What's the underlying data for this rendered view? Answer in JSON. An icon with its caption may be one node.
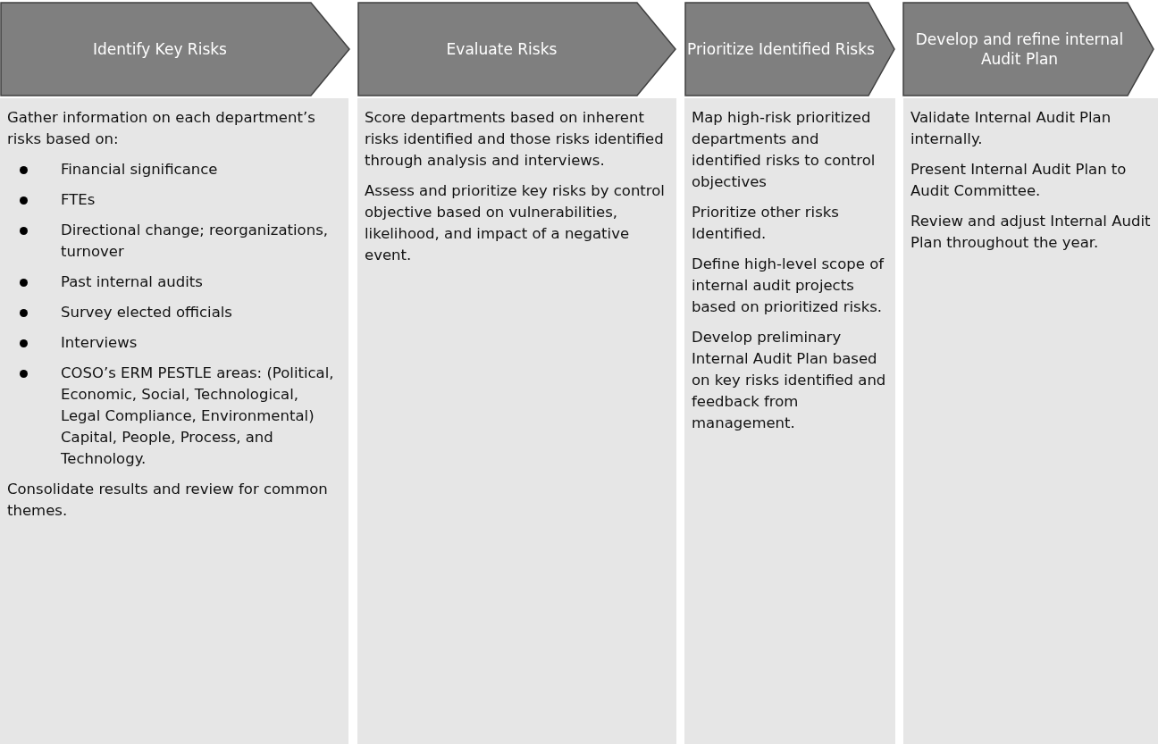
{
  "diagram": {
    "nodes": [
      {
        "text": [
          "Identify Key Risks"
        ]
      },
      {
        "text": [
          "Evaluate Risks"
        ]
      },
      {
        "text": [
          "Prioritize Identified Risks"
        ]
      },
      {
        "text": [
          "Develop and refine internal Audit Plan"
        ]
      },
      {
        "text": [
          "Gather information on each department’s risks based on:",
          "Financial significance",
          "FTEs",
          "Directional change; reorganizations, turnover",
          "Past internal audits",
          "Survey elected officials",
          "Interviews",
          "COSO’s ERM PESTLE areas: (Political, Economic, Social, Technological, Legal Compliance, Environmental) Capital, People, Process, and Technology.",
          "Consolidate results and review for common themes."
        ]
      },
      {
        "text": [
          "Score departments based on inherent risks identified and those risks identified through analysis and interviews.",
          "Assess and prioritize key risks by control objective based on vulnerabilities, likelihood, and impact of a negative event."
        ]
      },
      {
        "text": [
          "Map high-risk prioritized departments and identified risks to control objectives",
          "Prioritize other risks Identified.",
          "Define high-level scope of internal audit projects based on prioritized risks.",
          "Develop preliminary Internal Audit Plan based on key risks identified and feedback from management."
        ]
      },
      {
        "text": [
          "Validate Internal Audit Plan internally.",
          "Present Internal Audit Plan to Audit Committee.",
          "Review and adjust Internal Audit Plan throughout the year."
        ]
      }
    ]
  }
}
